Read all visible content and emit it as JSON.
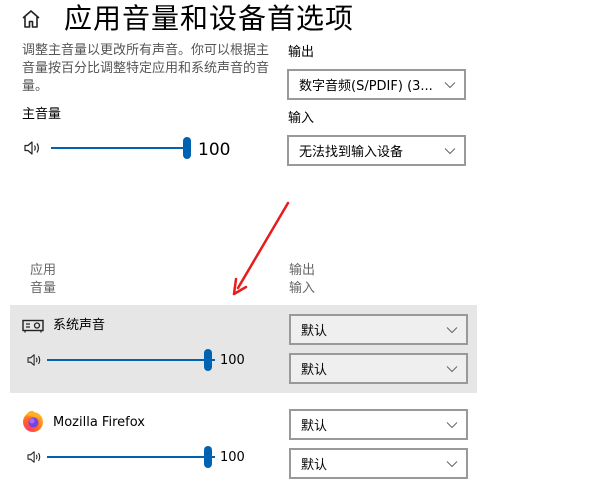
{
  "header": {
    "title": "应用音量和设备首选项",
    "home_icon": "home-icon"
  },
  "description": "调整主音量以更改所有声音。你可以根据主音量按百分比调整特定应用和系统声音的音量。",
  "master": {
    "label": "主音量",
    "value": "100",
    "speaker_icon": "speaker-icon"
  },
  "output": {
    "label": "输出",
    "selected": "数字音频(S/PDIF) (3..."
  },
  "input": {
    "label": "输入",
    "selected": "无法找到输入设备"
  },
  "columns": {
    "app_label": "应用",
    "volume_label": "音量",
    "output_label": "输出",
    "input_label": "输入"
  },
  "apps": [
    {
      "name": "系统声音",
      "icon": "system-sounds-icon",
      "value": "100",
      "output": "默认",
      "input": "默认"
    },
    {
      "name": "Mozilla Firefox",
      "icon": "firefox-icon",
      "value": "100",
      "output": "默认",
      "input": "默认"
    }
  ],
  "colors": {
    "accent": "#0063b1",
    "panel_bg": "#e6e6e6",
    "dropdown_border": "#999999",
    "annotation_arrow": "#e81c1c"
  }
}
